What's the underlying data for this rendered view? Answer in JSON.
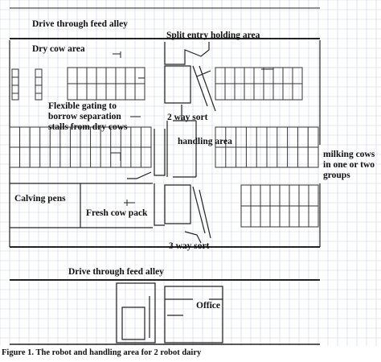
{
  "labels": {
    "feed_alley_top": "Drive through feed alley",
    "dry_cow_area": "Dry cow area",
    "split_entry": "Split entry holding area",
    "flexible_gating": "Flexible gating to borrow separation stalls from dry cows",
    "two_way_sort": "2 way sort",
    "handling_area": "handling area",
    "milking_cows": "milking cows in one or two groups",
    "calving_pens": "Calving pens",
    "fresh_cow_pack": "Fresh cow pack",
    "three_way_sort": "3 way sort",
    "feed_alley_bottom": "Drive through feed alley",
    "office": "Office",
    "caption": "Figure 1. The robot and handling area for 2 robot dairy"
  },
  "colors": {
    "grid": "#c9d2e6",
    "ink": "#222222"
  }
}
